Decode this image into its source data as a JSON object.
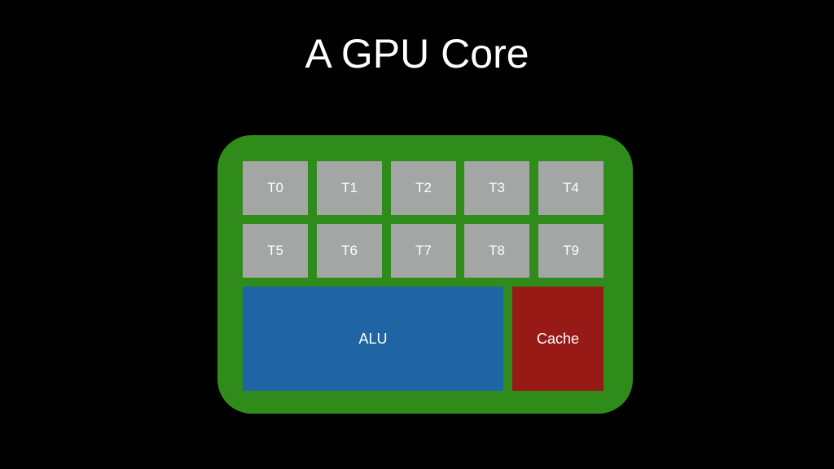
{
  "title": "A GPU Core",
  "core": {
    "threads": [
      "T0",
      "T1",
      "T2",
      "T3",
      "T4",
      "T5",
      "T6",
      "T7",
      "T8",
      "T9"
    ],
    "alu_label": "ALU",
    "cache_label": "Cache"
  },
  "colors": {
    "background": "#000000",
    "core": "#2f8c1a",
    "thread": "#a3a6a4",
    "alu": "#1f65a3",
    "cache": "#981a17",
    "text": "#ffffff"
  }
}
